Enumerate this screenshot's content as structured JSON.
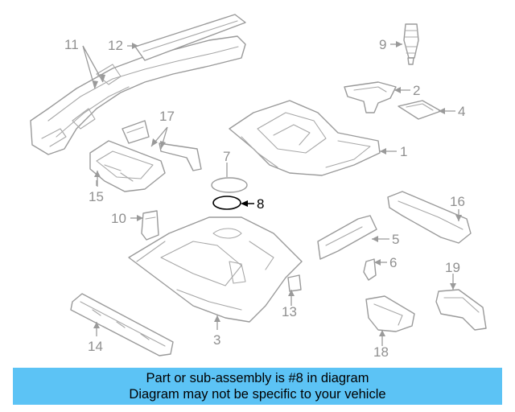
{
  "diagram": {
    "highlighted_part": "8",
    "callouts": {
      "c1": "1",
      "c2": "2",
      "c3": "3",
      "c4": "4",
      "c5": "5",
      "c6": "6",
      "c7": "7",
      "c8": "8",
      "c9": "9",
      "c10": "10",
      "c11": "11",
      "c12": "12",
      "c13": "13",
      "c14": "14",
      "c15": "15",
      "c16": "16",
      "c17": "17",
      "c18": "18",
      "c19": "19"
    }
  },
  "banner": {
    "line1": "Part or sub-assembly is #8 in diagram",
    "line2": "Diagram may not be specific to your vehicle"
  },
  "colors": {
    "banner_bg": "#5cc3f5",
    "line_art": "#9a9a9a",
    "highlight": "#000000"
  }
}
